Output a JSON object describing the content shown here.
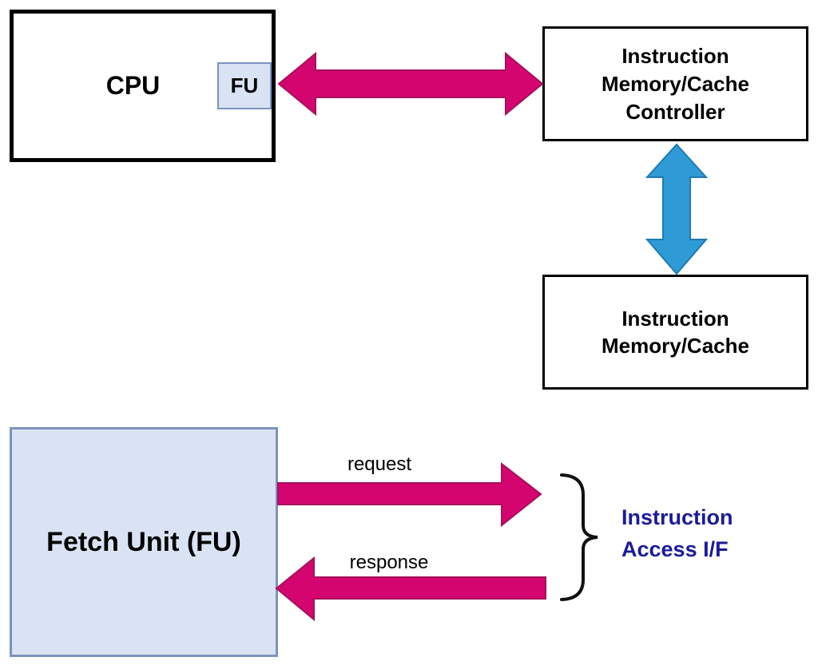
{
  "boxes": {
    "cpu": {
      "label": "CPU"
    },
    "fu": {
      "label": "FU"
    },
    "controller": {
      "lines": [
        "Instruction",
        "Memory/Cache",
        "Controller"
      ]
    },
    "memory": {
      "lines": [
        "Instruction",
        "Memory/Cache"
      ]
    },
    "fetch_unit": {
      "label": "Fetch Unit (FU)"
    }
  },
  "arrow_labels": {
    "request": "request",
    "response": "response"
  },
  "annotation": {
    "lines": [
      "Instruction",
      "Access I/F"
    ]
  },
  "colors": {
    "arrow_magenta": "#D5056F",
    "arrow_magenta_outline": "#A5115C",
    "arrow_blue": "#2E9BD6",
    "arrow_blue_outline": "#1E7AB3",
    "box_fill_light_blue": "#DAE3F3",
    "box_border_slate": "#7B93BF",
    "annotation_navy": "#1B1B99",
    "brace_black": "#111111"
  }
}
